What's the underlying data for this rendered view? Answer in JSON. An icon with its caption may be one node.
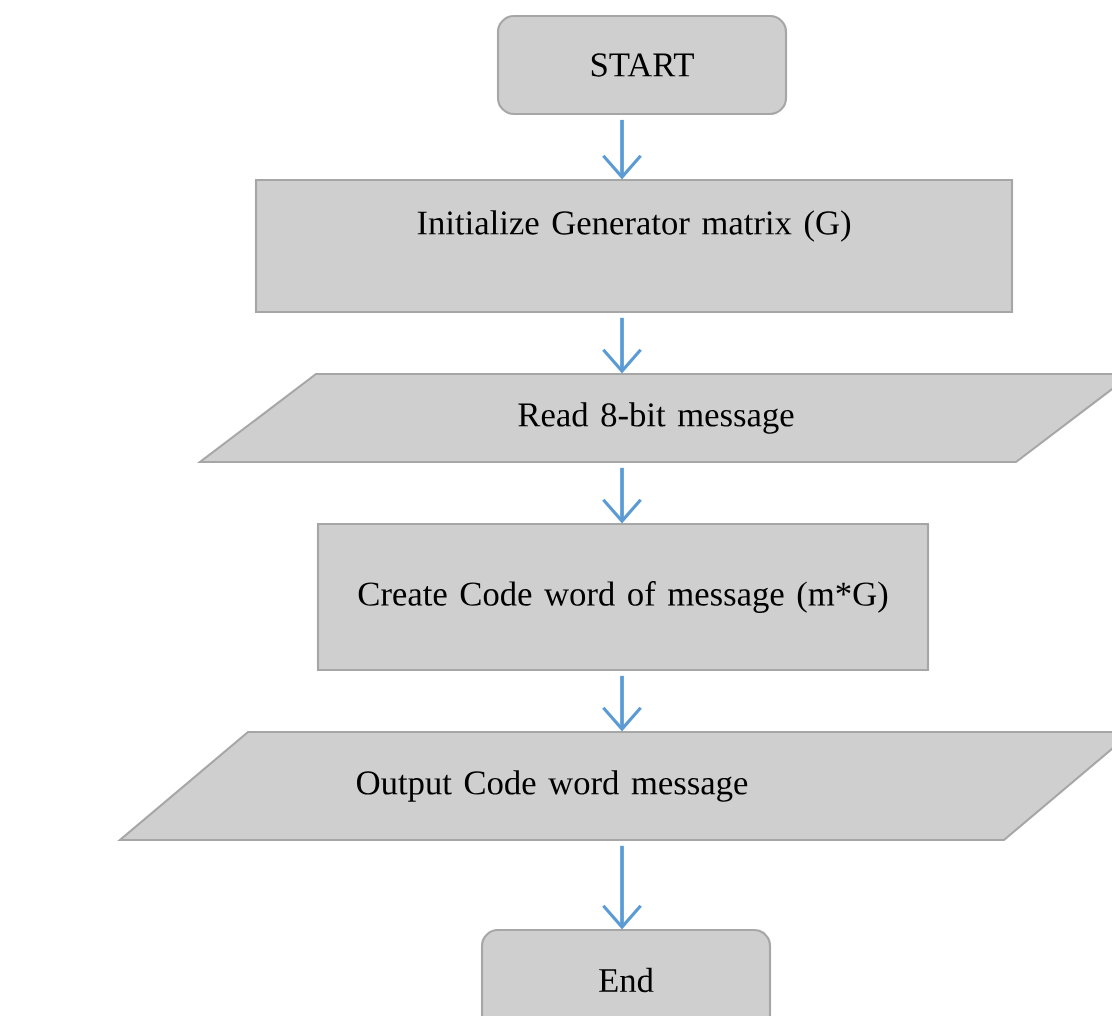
{
  "diagram": {
    "nodes": [
      {
        "text": [
          "START"
        ]
      },
      {
        "text": [
          "Initialize Generator matrix (G)"
        ]
      },
      {
        "text": [
          "Read 8-bit message"
        ]
      },
      {
        "text": [
          "Create Code word of message (m*G)"
        ]
      },
      {
        "text": [
          "Output Code word message"
        ]
      },
      {
        "text": [
          "End"
        ]
      }
    ],
    "edges": [
      {
        "from": 0,
        "to": 1,
        "arrow": "to"
      },
      {
        "from": 1,
        "to": 2,
        "arrow": "to"
      },
      {
        "from": 2,
        "to": 3,
        "arrow": "to"
      },
      {
        "from": 3,
        "to": 4,
        "arrow": "to"
      },
      {
        "from": 4,
        "to": 5,
        "arrow": "to"
      }
    ]
  }
}
